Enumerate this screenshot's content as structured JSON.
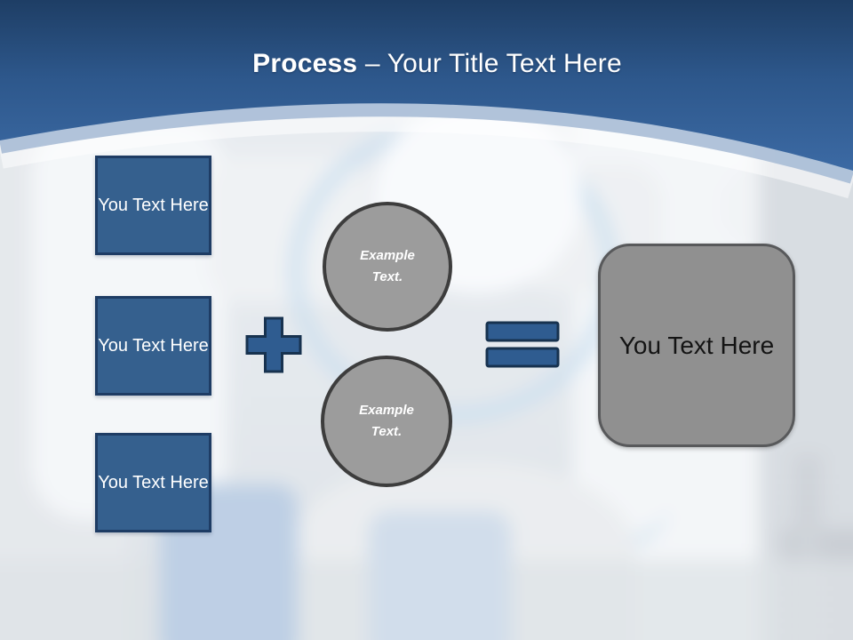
{
  "title": {
    "emphasis": "Process",
    "rest": "– Your Title Text Here"
  },
  "steps": [
    {
      "label": "You Text Here"
    },
    {
      "label": "You Text Here"
    },
    {
      "label": "You Text Here"
    }
  ],
  "examples": [
    {
      "label": "Example Text."
    },
    {
      "label": "Example Text."
    }
  ],
  "result": {
    "label": "You Text Here"
  },
  "icons": {
    "plus": "plus-icon",
    "equals": "equals-icon"
  },
  "colors": {
    "header_gradient_top": "#1E3E65",
    "header_gradient_mid": "#2D578B",
    "header_gradient_bottom": "#3C6AA4",
    "accent_blue": "#2F5C90",
    "accent_border": "#17324F",
    "box_fill": "#35608E",
    "box_border": "#1E3C64",
    "circle_gray": "#9C9C9C",
    "circle_border": "#3D3D3D",
    "result_gray": "#909090",
    "result_border": "#58595B",
    "title_text": "#FFFFFF",
    "result_text": "#141414"
  }
}
